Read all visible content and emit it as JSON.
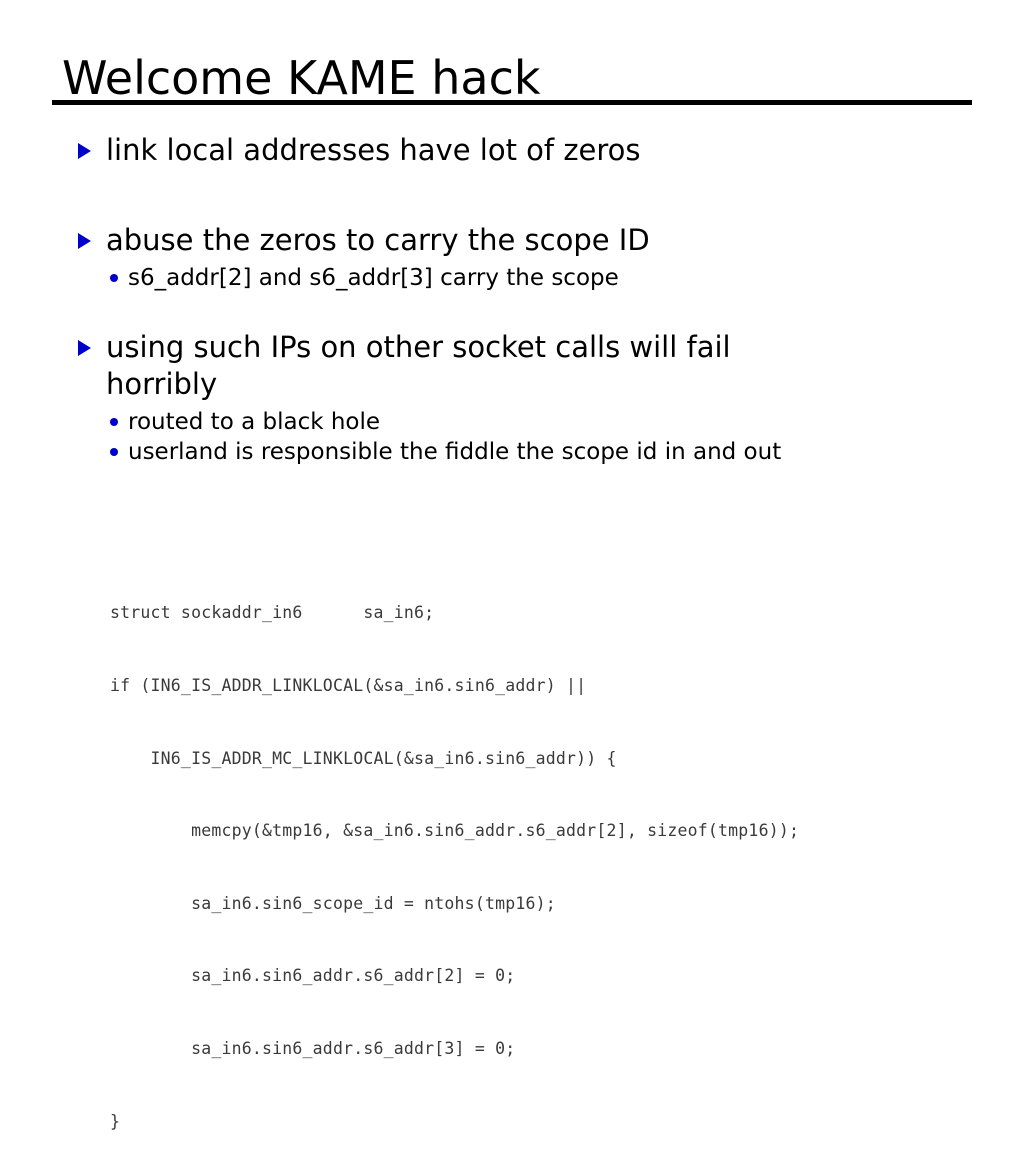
{
  "slide": {
    "title": "Welcome KAME hack",
    "background_color": "#ffffff",
    "text_color": "#000000",
    "marker_color": "#0000cc",
    "code_color": "#3a3a3a",
    "bullets": [
      {
        "level": 1,
        "marker": "triangle",
        "text": "link local addresses have lot of zeros"
      },
      {
        "level": 1,
        "marker": "triangle",
        "text": "abuse the zeros to carry the scope ID"
      },
      {
        "level": 2,
        "marker": "dot",
        "text": "s6_addr[2] and s6_addr[3] carry the scope"
      },
      {
        "level": 1,
        "marker": "triangle",
        "text": "using such IPs on other socket calls will fail horribly"
      },
      {
        "level": 2,
        "marker": "dot",
        "text": "routed to a black hole"
      },
      {
        "level": 2,
        "marker": "dot",
        "text": "userland is responsible the fiddle the scope id in and out"
      }
    ],
    "code": {
      "language": "c",
      "lines": [
        "struct sockaddr_in6      sa_in6;",
        "if (IN6_IS_ADDR_LINKLOCAL(&sa_in6.sin6_addr) ||",
        "    IN6_IS_ADDR_MC_LINKLOCAL(&sa_in6.sin6_addr)) {",
        "        memcpy(&tmp16, &sa_in6.sin6_addr.s6_addr[2], sizeof(tmp16));",
        "        sa_in6.sin6_scope_id = ntohs(tmp16);",
        "        sa_in6.sin6_addr.s6_addr[2] = 0;",
        "        sa_in6.sin6_addr.s6_addr[3] = 0;",
        "}"
      ]
    }
  }
}
